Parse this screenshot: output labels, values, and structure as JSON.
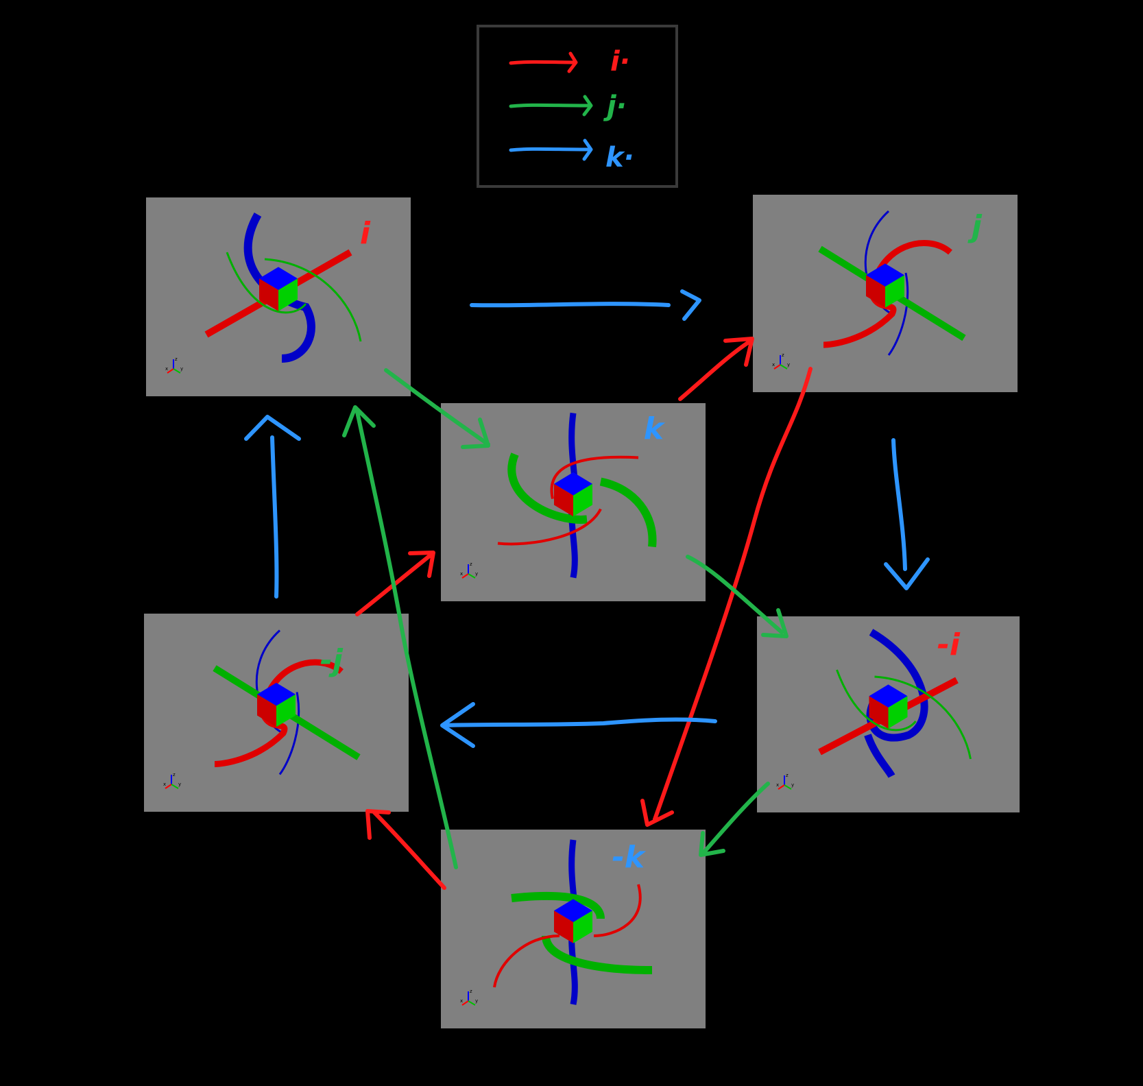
{
  "legend": {
    "items": [
      {
        "label": "i·",
        "color": "#ff1a1a"
      },
      {
        "label": "j·",
        "color": "#22b44a"
      },
      {
        "label": "k·",
        "color": "#2e95ff"
      }
    ]
  },
  "colors": {
    "red": "#ff1a1a",
    "green": "#22b44a",
    "blue": "#2e95ff",
    "panel": "#808080",
    "ribbon_red": "#e00000",
    "ribbon_green": "#00b000",
    "ribbon_blue": "#0000c8"
  },
  "panels": [
    {
      "id": "i",
      "label": "i",
      "color": "#ff1a1a"
    },
    {
      "id": "j",
      "label": "j",
      "color": "#22b44a"
    },
    {
      "id": "k",
      "label": "k",
      "color": "#2e95ff"
    },
    {
      "id": "-j",
      "label": "-j",
      "color": "#22b44a"
    },
    {
      "id": "-i",
      "label": "-i",
      "color": "#ff1a1a"
    },
    {
      "id": "-k",
      "label": "-k",
      "color": "#2e95ff"
    }
  ],
  "axis_gizmo": {
    "x": "x",
    "y": "y",
    "z": "z"
  },
  "transitions": [
    {
      "from": "i",
      "to": "j",
      "op": "k"
    },
    {
      "from": "i",
      "to": "k",
      "op": "j"
    },
    {
      "from": "k",
      "to": "j",
      "op": "i"
    },
    {
      "from": "j",
      "to": "-i",
      "op": "k"
    },
    {
      "from": "j",
      "to": "-k",
      "op": "i"
    },
    {
      "from": "k",
      "to": "-i",
      "op": "j"
    },
    {
      "from": "-i",
      "to": "-j",
      "op": "k"
    },
    {
      "from": "-i",
      "to": "-k",
      "op": "j"
    },
    {
      "from": "-j",
      "to": "i",
      "op": "k"
    },
    {
      "from": "-j",
      "to": "k",
      "op": "i"
    },
    {
      "from": "-k",
      "to": "-j",
      "op": "i"
    },
    {
      "from": "-k",
      "to": "i",
      "op": "j"
    }
  ]
}
